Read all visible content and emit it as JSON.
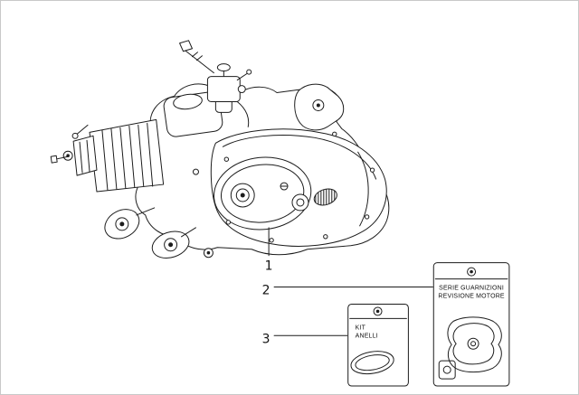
{
  "parts": [
    {
      "number": "1",
      "label_lines": []
    },
    {
      "number": "2",
      "label_lines": [
        "SERIE GUARNIZIONI",
        "REVISIONE MOTORE"
      ]
    },
    {
      "number": "3",
      "label_lines": [
        "KIT",
        "ANELLI"
      ]
    }
  ],
  "icons": {
    "bolt": "bolt-head-dot"
  },
  "colors": {
    "line": "#1c1c1c",
    "background": "#ffffff",
    "frame": "#c9c9c9"
  }
}
